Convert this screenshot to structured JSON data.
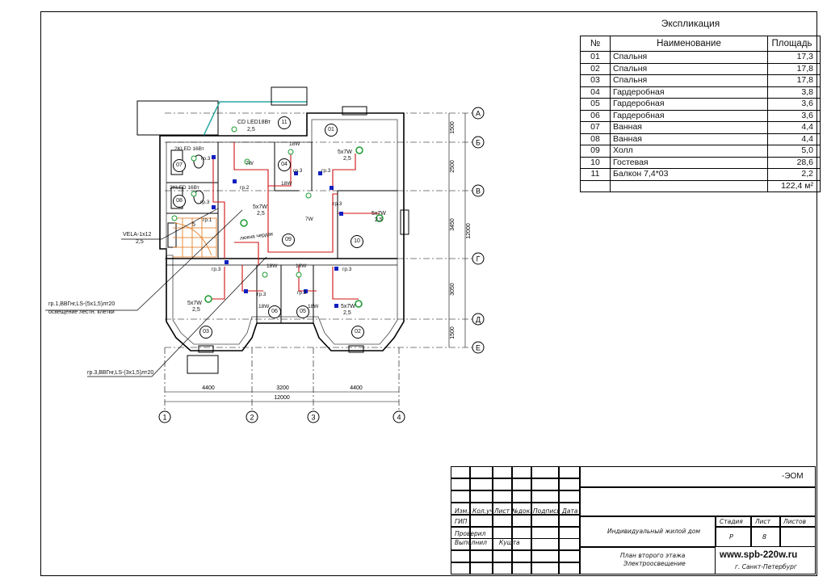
{
  "explication": {
    "title": "Экспликация",
    "headers": {
      "no": "№",
      "name": "Наименование",
      "area": "Площадь"
    },
    "rows": [
      {
        "no": "01",
        "name": "Спальня",
        "area": "17,3"
      },
      {
        "no": "02",
        "name": "Спальня",
        "area": "17,8"
      },
      {
        "no": "03",
        "name": "Спальня",
        "area": "17,8"
      },
      {
        "no": "04",
        "name": "Гардеробная",
        "area": "3,8"
      },
      {
        "no": "05",
        "name": "Гардеробная",
        "area": "3,6"
      },
      {
        "no": "06",
        "name": "Гардеробная",
        "area": "3,6"
      },
      {
        "no": "07",
        "name": "Ванная",
        "area": "4,4"
      },
      {
        "no": "08",
        "name": "Ванная",
        "area": "4,4"
      },
      {
        "no": "09",
        "name": "Холл",
        "area": "5,0"
      },
      {
        "no": "10",
        "name": "Гостевая",
        "area": "28,6"
      },
      {
        "no": "11",
        "name": "Балкон 7,4*03",
        "area": "2,2"
      }
    ],
    "total": "122,4 м²"
  },
  "axes": {
    "letters": [
      "А",
      "Б",
      "В",
      "Г",
      "Д",
      "Е"
    ],
    "numbers": [
      "1",
      "2",
      "3",
      "4"
    ],
    "dims_right": [
      "1500",
      "2500",
      "3450",
      "12000",
      "3050",
      "1500"
    ],
    "dims_bottom": [
      "4400",
      "3200",
      "4400",
      "12000"
    ]
  },
  "plan": {
    "rooms": [
      "01",
      "02",
      "03",
      "04",
      "05",
      "06",
      "07",
      "08",
      "09",
      "10",
      "11"
    ],
    "fixtures": {
      "cd_led": "CD LED18Вт",
      "cd_led_v": "2,5",
      "r01": "5х7W",
      "r01_v": "2,5",
      "r10": "5х7W",
      "r10_v": "2,5",
      "r09": "5х7W",
      "r09_v": "2,5",
      "r03": "5х7W",
      "r03_v": "2,5",
      "r02": "5х7W",
      "r02_v": "2,5",
      "led07": "2KLED 16Вт",
      "led08": "2KLED 16Вт",
      "w18": "18W",
      "w7": "7W",
      "hatch": "люкна чердак",
      "vela": "VELA-1х12",
      "vela_v": "2,5",
      "stair_no": "5",
      "gr3": "гр.3",
      "gr2": "гр.2",
      "gr1": "гр.1"
    },
    "callout1": "гр.1,ВВГнг,LS-(5х1,5)лт20",
    "callout1b": "освещение лестн. клетки",
    "callout2": "гр.3,ВВГнг,LS-(3х1,5)лт20"
  },
  "title_block": {
    "code": "-ЭОМ",
    "cols": [
      "Изм.",
      "Кол.уч",
      "Лист",
      "№док.",
      "Подпись",
      "Дата"
    ],
    "roles": [
      "ГИП",
      "Проверил",
      "Выполнил"
    ],
    "performer": "Кушта",
    "project": "Индивидуальный жилой дом",
    "stage_h": "Стадия",
    "sheet_h": "Лист",
    "sheets_h": "Листов",
    "stage": "Р",
    "sheet": "8",
    "sheets": "",
    "drawing_1": "План второго этажа",
    "drawing_2": "Электроосвещение",
    "website": "www.spb-220w.ru",
    "city": "г. Санкт-Петербург"
  },
  "colors": {
    "red": "#d01010",
    "blue": "#1020c0",
    "green": "#1a9a30",
    "orange": "#e07010",
    "teal": "#2aa7a0"
  }
}
